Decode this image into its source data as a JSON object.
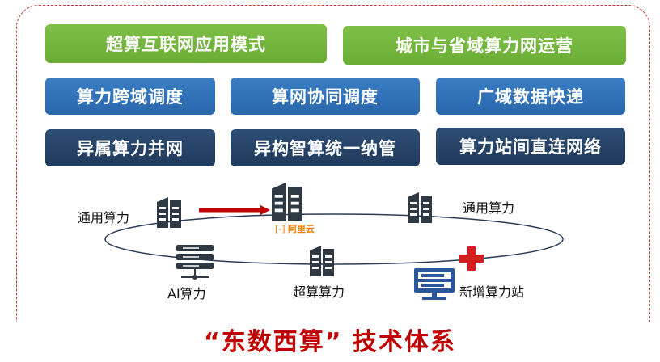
{
  "top_row": [
    "超算互联网应用模式",
    "城市与省域算力网运营"
  ],
  "middle_row": [
    "算力跨域调度",
    "算网协同调度",
    "广域数据快递"
  ],
  "bottom_row": [
    "异属算力并网",
    "异构智算统一纳管",
    "算力站间直连网络"
  ],
  "nodes": {
    "general_left": "通用算力",
    "general_right": "通用算力",
    "ai": "AI算力",
    "supercomputing": "超算算力",
    "new_station": "新增算力站",
    "cloud_logo": "阿里云"
  },
  "footer_title": "“东数西算” 技术体系",
  "colors": {
    "green": "#6aad35",
    "blue": "#2a67ad",
    "navy": "#1f3a5c",
    "server": "#2f3a44",
    "accent_red": "#d21f1f",
    "cloud_orange": "#f07d00",
    "station_blue": "#2b579a"
  },
  "icons": [
    "server-icon",
    "arrow-icon",
    "cloud-server-icon",
    "rack-server-icon",
    "monitor-station-icon",
    "plus-icon"
  ]
}
